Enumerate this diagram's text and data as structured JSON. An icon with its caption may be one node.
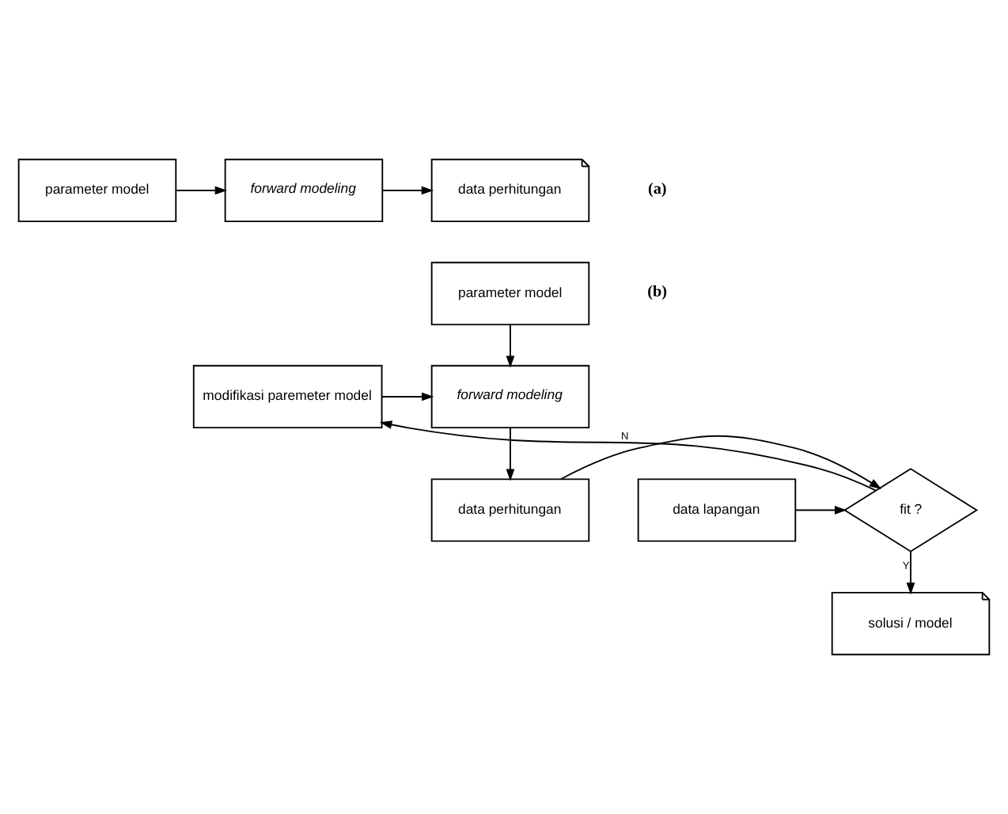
{
  "diagram": {
    "nodes": [
      {
        "text": [
          "parameter model"
        ]
      },
      {
        "text": [
          "forward modeling"
        ]
      },
      {
        "text": [
          "data perhitungan"
        ]
      },
      {
        "text": [
          "parameter model"
        ]
      },
      {
        "text": [
          "forward modeling"
        ]
      },
      {
        "text": [
          "modifikasi paremeter model"
        ]
      },
      {
        "text": [
          "data perhitungan"
        ]
      },
      {
        "text": [
          "fit ?"
        ]
      },
      {
        "text": [
          "data lapangan"
        ]
      },
      {
        "text": [
          "solusi / model"
        ]
      }
    ],
    "edges": [
      {
        "from": 0,
        "to": 1,
        "arrow": "to"
      },
      {
        "from": 1,
        "to": 2,
        "arrow": "to"
      },
      {
        "from": 3,
        "to": 4,
        "arrow": "to"
      },
      {
        "from": 4,
        "to": 6,
        "arrow": "to"
      },
      {
        "from": 6,
        "to": 7,
        "arrow": "to"
      },
      {
        "from": 8,
        "to": 7,
        "arrow": "to"
      },
      {
        "from": 7,
        "to": 5,
        "arrow": "to",
        "label": "N"
      },
      {
        "from": 5,
        "to": 4,
        "arrow": "to"
      },
      {
        "from": 7,
        "to": 9,
        "arrow": "to",
        "label": "Y"
      }
    ],
    "labels": [
      "(a)",
      "(b)"
    ]
  }
}
